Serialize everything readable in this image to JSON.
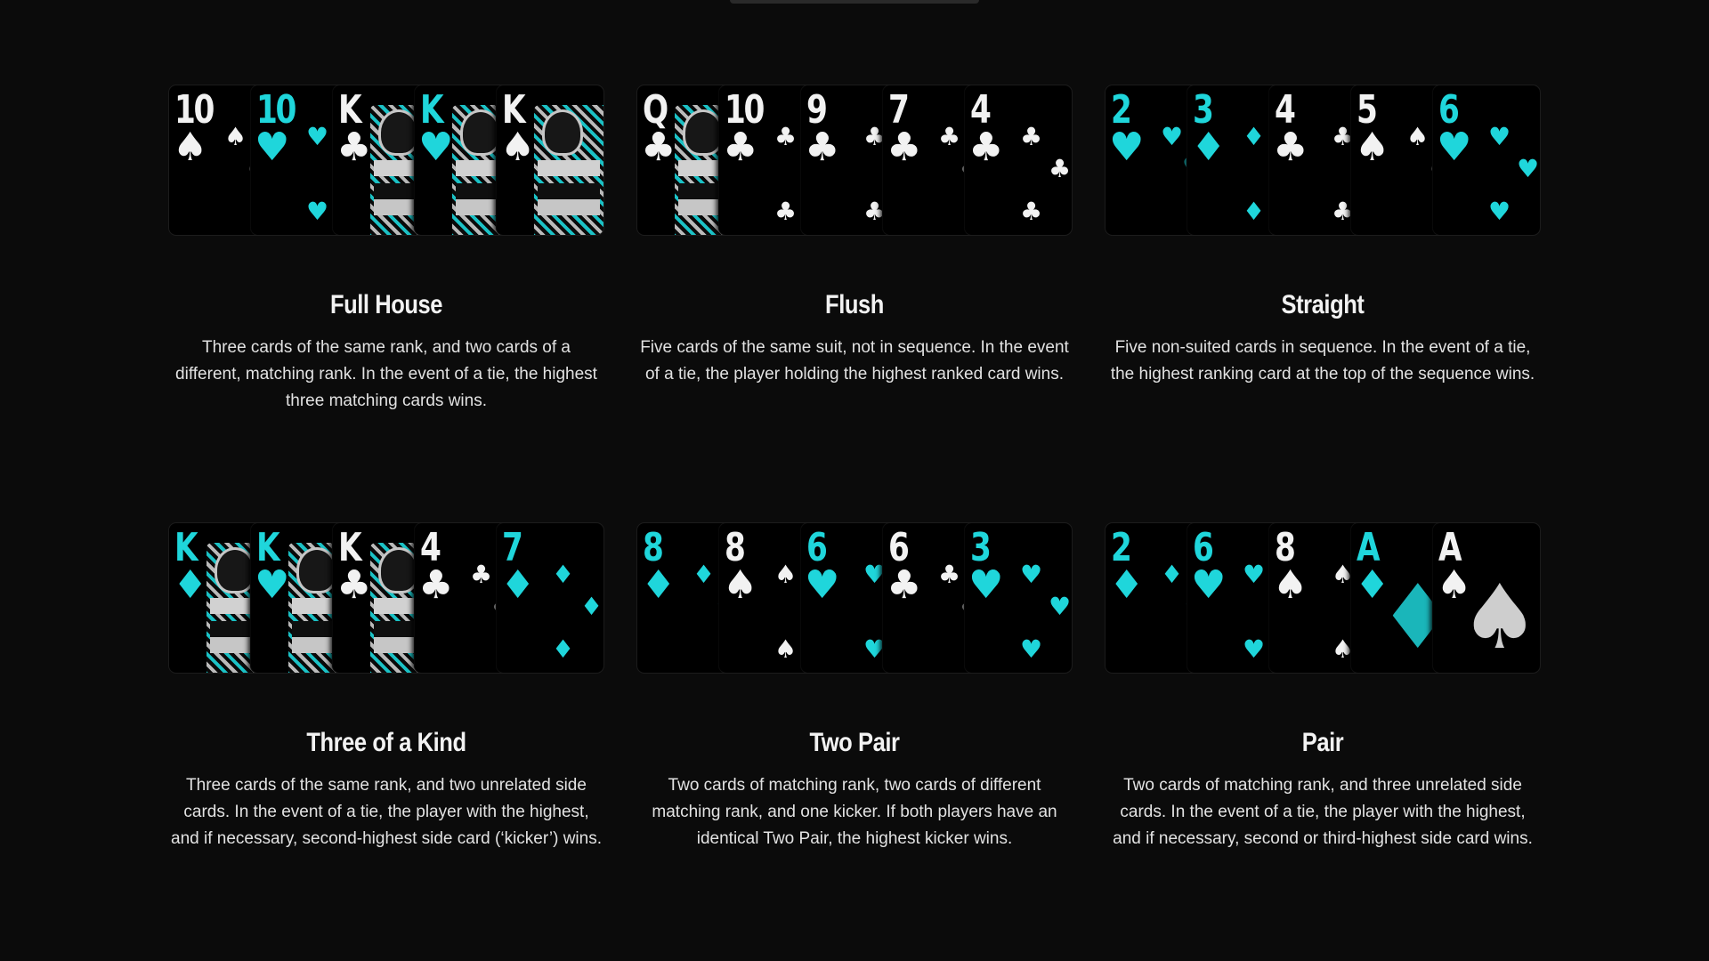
{
  "colors": {
    "background": "#0b0b0b",
    "accent": "#1fd6db",
    "light": "#f2f2f2"
  },
  "hands": [
    {
      "title": "Full House",
      "description": "Three cards of the same rank, and two cards of a different, matching rank. In the event of a tie, the highest three matching cards wins.",
      "cards": [
        {
          "rank": "10",
          "suit": "♠",
          "color": "light",
          "type": "pip"
        },
        {
          "rank": "10",
          "suit": "♥",
          "color": "accent",
          "type": "pip"
        },
        {
          "rank": "K",
          "suit": "♣",
          "color": "light",
          "type": "face"
        },
        {
          "rank": "K",
          "suit": "♥",
          "color": "accent",
          "type": "face"
        },
        {
          "rank": "K",
          "suit": "♠",
          "color": "light",
          "type": "face"
        }
      ]
    },
    {
      "title": "Flush",
      "description": "Five cards of the same suit, not in sequence. In the event of a tie, the player holding the highest ranked card wins.",
      "cards": [
        {
          "rank": "Q",
          "suit": "♣",
          "color": "light",
          "type": "face"
        },
        {
          "rank": "10",
          "suit": "♣",
          "color": "light",
          "type": "pip"
        },
        {
          "rank": "9",
          "suit": "♣",
          "color": "light",
          "type": "pip"
        },
        {
          "rank": "7",
          "suit": "♣",
          "color": "light",
          "type": "pip"
        },
        {
          "rank": "4",
          "suit": "♣",
          "color": "light",
          "type": "pip"
        }
      ]
    },
    {
      "title": "Straight",
      "description": "Five non-suited cards in sequence. In the event of a tie, the highest ranking card at the top of the sequence wins.",
      "cards": [
        {
          "rank": "2",
          "suit": "♥",
          "color": "accent",
          "type": "pip"
        },
        {
          "rank": "3",
          "suit": "♦",
          "color": "accent",
          "type": "pip"
        },
        {
          "rank": "4",
          "suit": "♣",
          "color": "light",
          "type": "pip"
        },
        {
          "rank": "5",
          "suit": "♠",
          "color": "light",
          "type": "pip"
        },
        {
          "rank": "6",
          "suit": "♥",
          "color": "accent",
          "type": "pip"
        }
      ]
    },
    {
      "title": "Three of a Kind",
      "description": "Three cards of the same rank, and two unrelated side cards. In the event of a tie, the player with the highest, and if necessary, second-highest side card (‘kicker’) wins.",
      "cards": [
        {
          "rank": "K",
          "suit": "♦",
          "color": "accent",
          "type": "face"
        },
        {
          "rank": "K",
          "suit": "♥",
          "color": "accent",
          "type": "face"
        },
        {
          "rank": "K",
          "suit": "♣",
          "color": "light",
          "type": "face"
        },
        {
          "rank": "4",
          "suit": "♣",
          "color": "light",
          "type": "pip"
        },
        {
          "rank": "7",
          "suit": "♦",
          "color": "accent",
          "type": "pip"
        }
      ]
    },
    {
      "title": "Two Pair",
      "description": "Two cards of matching rank, two cards of different matching rank, and one kicker. If both players have an identical Two Pair, the highest kicker wins.",
      "cards": [
        {
          "rank": "8",
          "suit": "♦",
          "color": "accent",
          "type": "pip"
        },
        {
          "rank": "8",
          "suit": "♠",
          "color": "light",
          "type": "pip"
        },
        {
          "rank": "6",
          "suit": "♥",
          "color": "accent",
          "type": "pip"
        },
        {
          "rank": "6",
          "suit": "♣",
          "color": "light",
          "type": "pip"
        },
        {
          "rank": "3",
          "suit": "♥",
          "color": "accent",
          "type": "pip"
        }
      ]
    },
    {
      "title": "Pair",
      "description": "Two cards of matching rank, and three unrelated side cards. In the event of a tie, the player with the highest, and if necessary, second or third-highest side card wins.",
      "cards": [
        {
          "rank": "2",
          "suit": "♦",
          "color": "accent",
          "type": "pip"
        },
        {
          "rank": "6",
          "suit": "♥",
          "color": "accent",
          "type": "pip"
        },
        {
          "rank": "8",
          "suit": "♠",
          "color": "light",
          "type": "pip"
        },
        {
          "rank": "A",
          "suit": "♦",
          "color": "accent",
          "type": "ace"
        },
        {
          "rank": "A",
          "suit": "♠",
          "color": "light",
          "type": "ace"
        }
      ]
    }
  ]
}
